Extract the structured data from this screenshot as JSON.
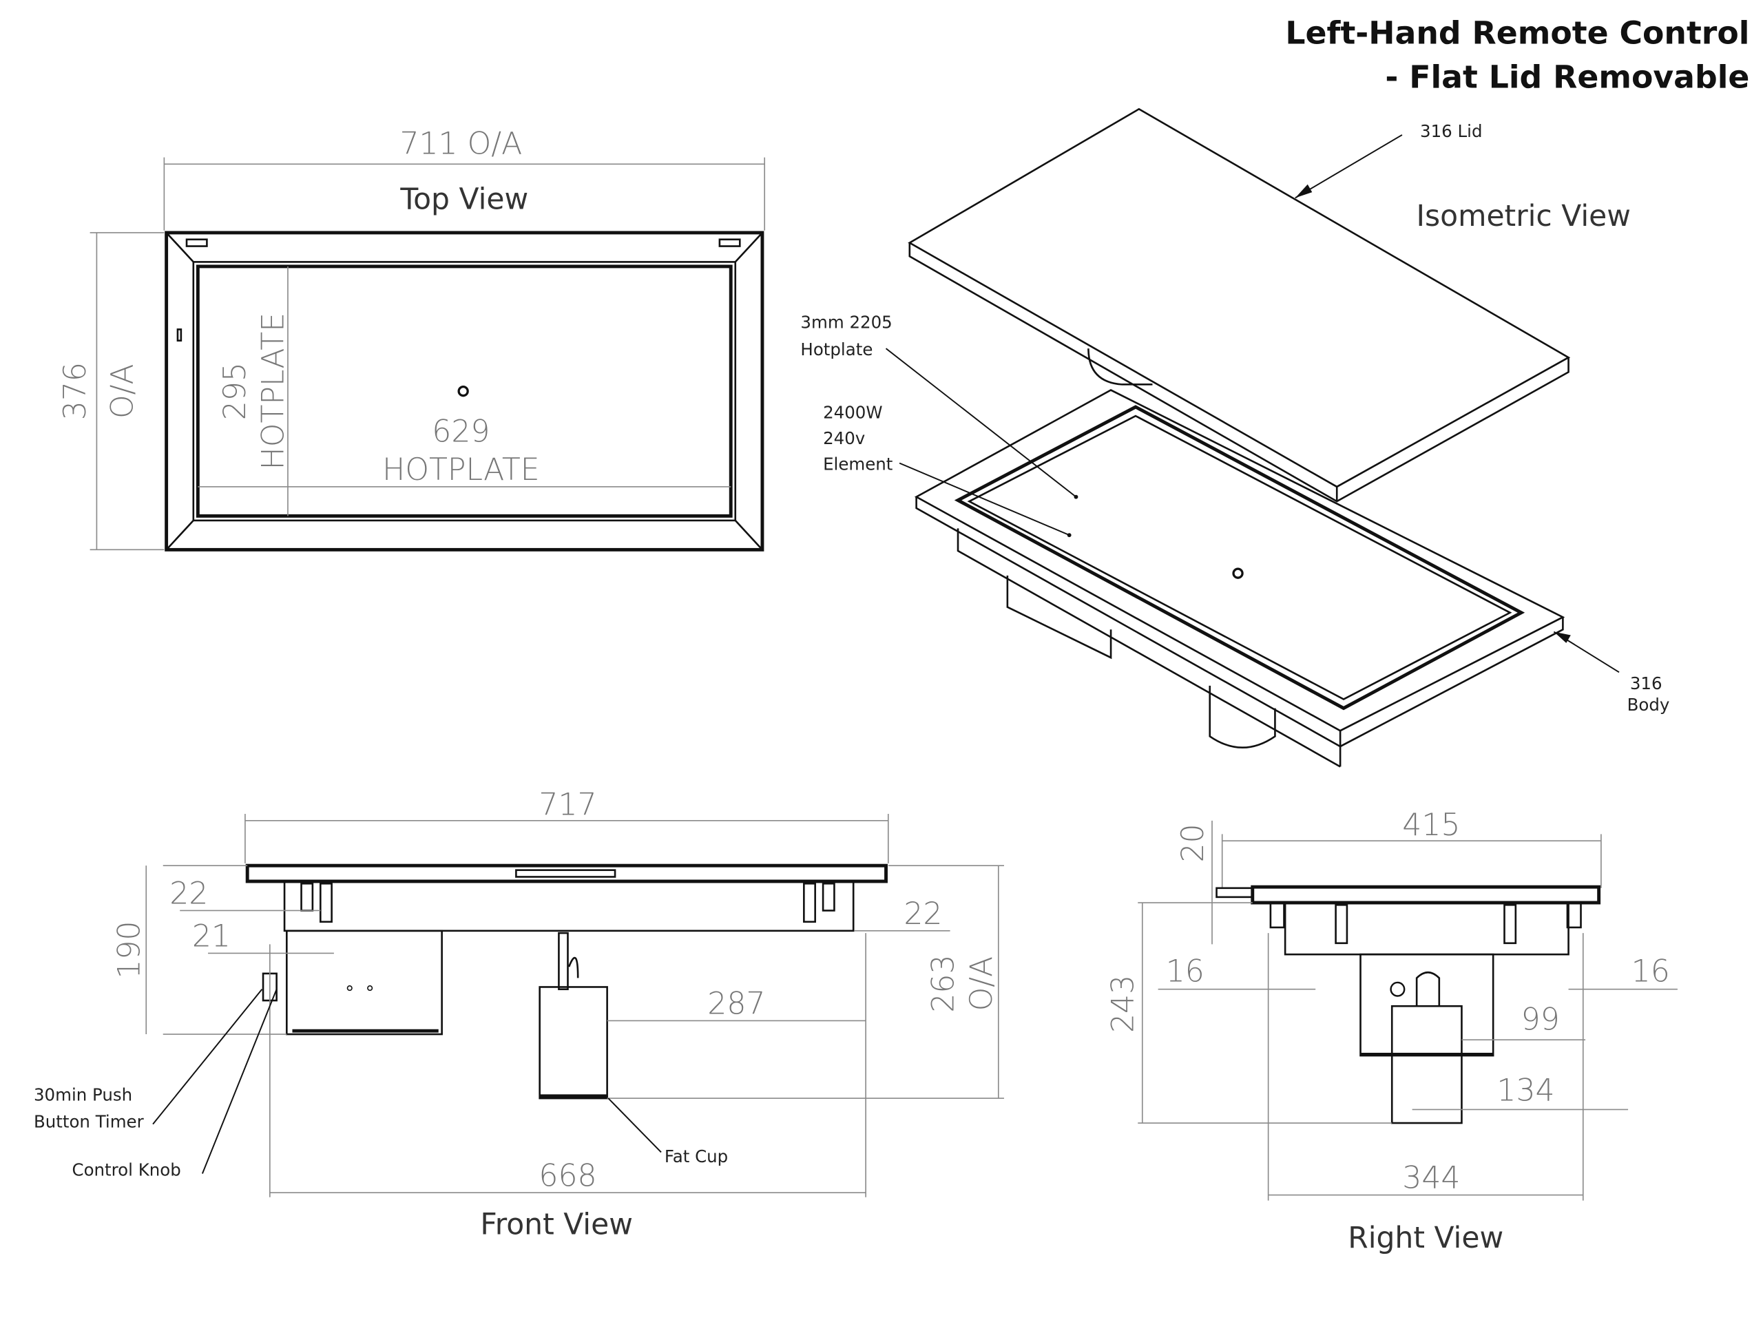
{
  "title": {
    "line1": "Left-Hand Remote Control",
    "line2": "- Flat Lid Removable"
  },
  "top_view": {
    "label": "Top View",
    "width": "711 O/A",
    "height_num": "376",
    "height_oa": "O/A",
    "hotplate_h_num": "295",
    "hotplate_h_label": "HOTPLATE",
    "hotplate_w_num": "629",
    "hotplate_w_label": "HOTPLATE"
  },
  "isometric_view": {
    "label": "Isometric View",
    "lid": "316 Lid",
    "hotplate": [
      "3mm 2205",
      "Hotplate"
    ],
    "element": [
      "2400W",
      "240v",
      "Element"
    ],
    "body": [
      "316",
      "Body"
    ]
  },
  "front_view": {
    "label": "Front View",
    "width": "717",
    "left_offset_a": "22",
    "left_offset_b": "21",
    "right_offset": "22",
    "height": "190",
    "overall_num": "263",
    "overall_oa": "O/A",
    "cup_offset": "287",
    "bottom_width": "668",
    "timer": [
      "30min Push",
      "Button Timer"
    ],
    "knob": "Control Knob",
    "fat_cup": "Fat Cup"
  },
  "right_view": {
    "label": "Right View",
    "width": "415",
    "lid_thickness": "20",
    "left_offset": "16",
    "right_offset": "16",
    "height": "243",
    "dim_99": "99",
    "dim_134": "134",
    "bottom_width": "344"
  }
}
